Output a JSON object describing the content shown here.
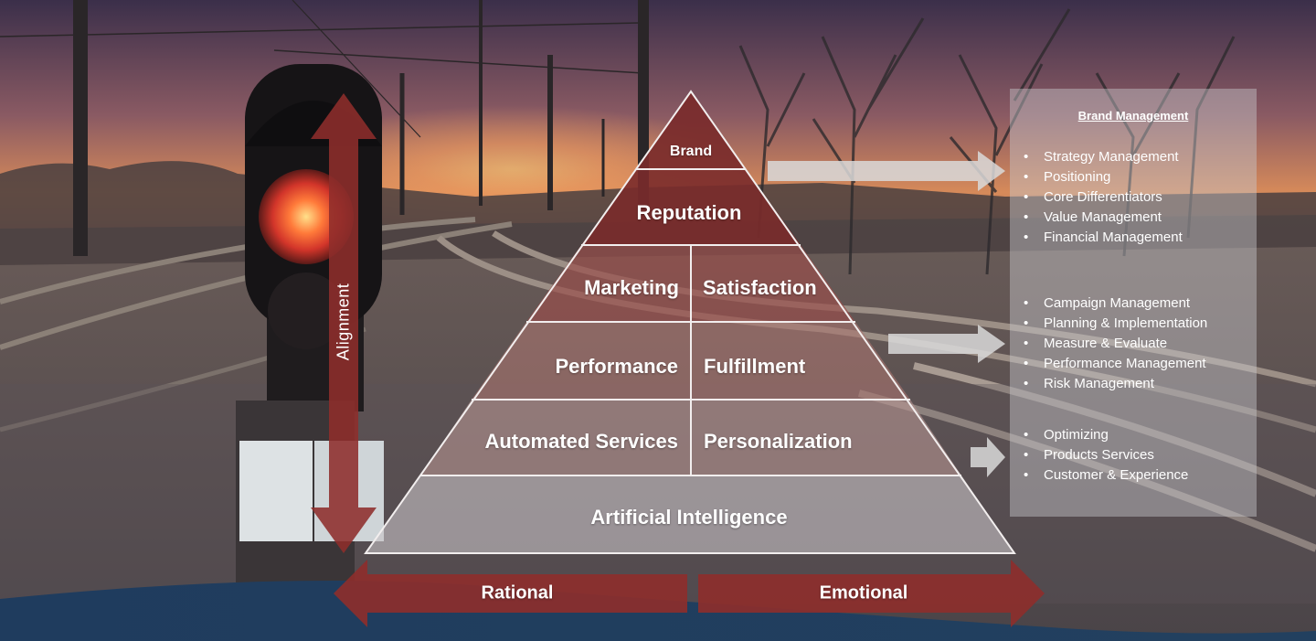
{
  "pyramid": {
    "brand": "Brand",
    "reputation": "Reputation",
    "marketing": "Marketing",
    "satisfaction": "Satisfaction",
    "performance": "Performance",
    "fulfillment": "Fulfillment",
    "automated_services": "Automated Services",
    "personalization": "Personalization",
    "artificial_intelligence": "Artificial Intelligence"
  },
  "axes": {
    "vertical": "Alignment",
    "left": "Rational",
    "right": "Emotional"
  },
  "panel": {
    "title": "Brand Management",
    "group1": [
      "Strategy Management",
      "Positioning",
      "Core Differentiators",
      "Value Management",
      "Financial Management"
    ],
    "group2": [
      "Campaign Management",
      "Planning & Implementation",
      "Measure & Evaluate",
      "Performance Management",
      "Risk Management"
    ],
    "group3": [
      "Optimizing",
      "Products Services",
      "Customer & Experience"
    ]
  },
  "colors": {
    "arrow_red": "#8e2d2b",
    "top_tier": "#7a2b2b",
    "navy": "#1f3c5e"
  }
}
